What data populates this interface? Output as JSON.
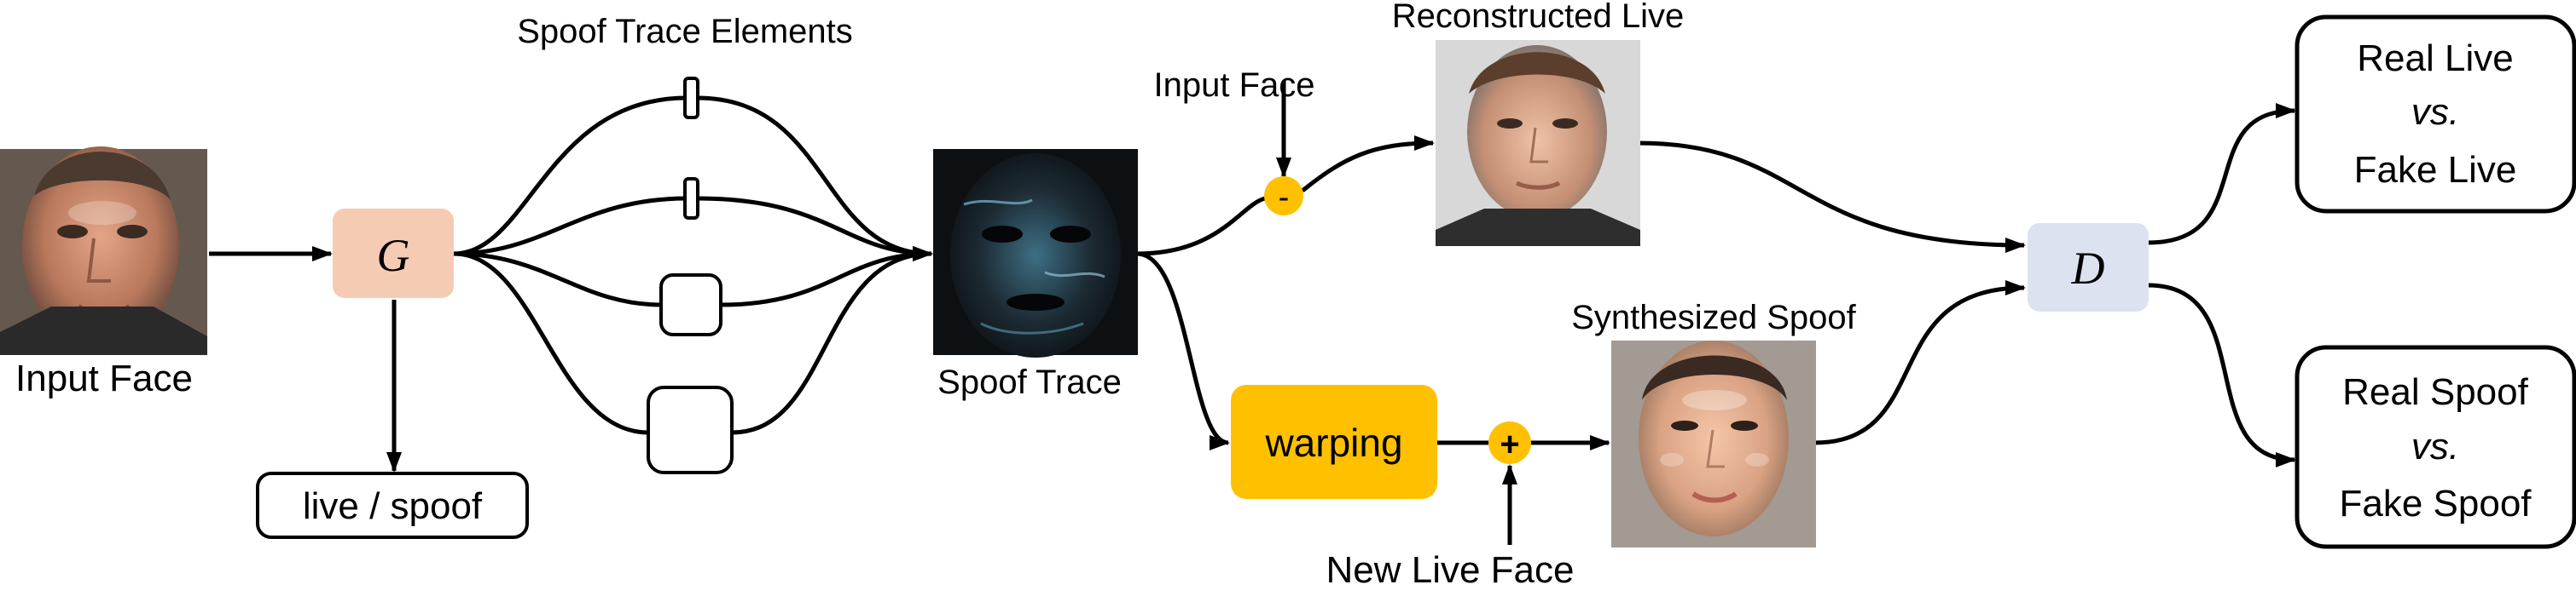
{
  "diagram": {
    "labels": {
      "spoof_trace_elements": "Spoof Trace Elements",
      "reconstructed_live": "Reconstructed Live",
      "input_face_top": "Input Face",
      "input_face_left": "Input Face",
      "spoof_trace": "Spoof Trace",
      "synthesized_spoof": "Synthesized Spoof",
      "new_live_face": "New Live Face"
    },
    "nodes": {
      "generator": "G",
      "discriminator": "D",
      "live_spoof": "live / spoof",
      "warping": "warping",
      "minus": "-",
      "plus": "+"
    },
    "outputs": {
      "live": [
        "Real Live",
        "vs.",
        "Fake Live"
      ],
      "spoof": [
        "Real Spoof",
        "vs.",
        "Fake Spoof"
      ]
    },
    "colors": {
      "generator_fill": "#F6CBB4",
      "discriminator_fill": "#DCE2F0",
      "warping_fill": "#FFC000",
      "operator_fill": "#FFC000",
      "line": "#000000"
    }
  }
}
